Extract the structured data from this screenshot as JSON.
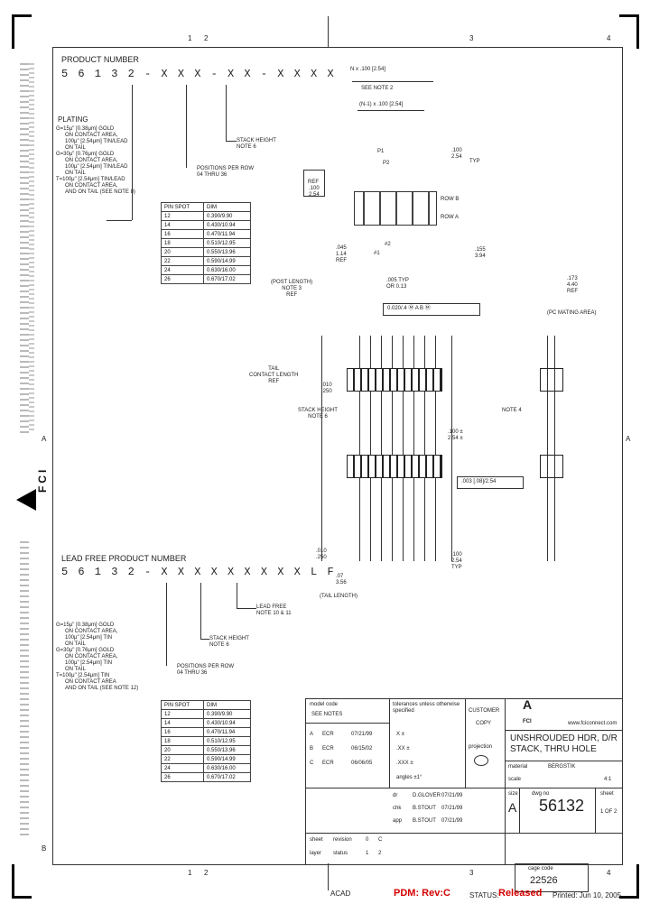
{
  "border": {
    "top_zones": [
      "1",
      "2",
      "3",
      "4"
    ],
    "bottom_zones": [
      "1",
      "2",
      "3",
      "4"
    ],
    "side_zones": [
      "A",
      "B"
    ]
  },
  "left_logo": "FCI",
  "product": {
    "label": "PRODUCT NUMBER",
    "number": "5 6 1 3 2 - X X X - X X - X X X X",
    "plating_title": "PLATING",
    "plating": [
      "G=15μ\" [0.38μm] GOLD",
      "ON CONTACT AREA,",
      "100μ\" [2.54μm] TIN/LEAD",
      "ON TAIL",
      "G=30μ\" [0.76μm] GOLD",
      "ON CONTACT AREA,",
      "100μ\" [2.54μm] TIN/LEAD",
      "ON TAIL",
      "T=100μ\" [2.54μm] TIN/LEAD",
      "ON CONTACT AREA,",
      "AND ON TAIL (SEE NOTE 8)"
    ],
    "stack_height": "STACK HEIGHT\nNOTE 6",
    "positions": "POSITIONS PER ROW\n04 THRU 36"
  },
  "table1": {
    "headers": [
      "PIN SPOT",
      "DIM"
    ],
    "rows": [
      [
        "12",
        "0.390/9.90"
      ],
      [
        "14",
        "0.430/10.94"
      ],
      [
        "16",
        "0.470/11.94"
      ],
      [
        "18",
        "0.510/12.95"
      ],
      [
        "20",
        "0.550/13.96"
      ],
      [
        "22",
        "0.590/14.99"
      ],
      [
        "24",
        "0.630/16.00"
      ],
      [
        "26",
        "0.670/17.02"
      ]
    ]
  },
  "leadfree": {
    "label": "LEAD FREE PRODUCT NUMBER",
    "number": "5 6 1 3 2 - X X X X X X X X X L F",
    "lead_free": "LEAD FREE\nNOTE 10 & 11",
    "plating": [
      "G=15μ\" [0.38μm] GOLD",
      "ON CONTACT AREA,",
      "100μ\" [2.54μm] TIN",
      "ON TAIL",
      "G=30μ\" [0.76μm] GOLD",
      "ON CONTACT AREA,",
      "100μ\" [2.54μm] TIN",
      "ON TAIL",
      "T=100μ\" [2.54μm] TIN",
      "ON CONTACT AREA",
      "AND ON TAIL (SEE NOTE 12)"
    ],
    "stack_height": "STACK HEIGHT\nNOTE 6",
    "positions": "POSITIONS PER ROW\n04 THRU 36"
  },
  "table2": {
    "headers": [
      "PIN SPOT",
      "DIM"
    ],
    "rows": [
      [
        "12",
        "0.390/9.90"
      ],
      [
        "14",
        "0.430/10.94"
      ],
      [
        "16",
        "0.470/11.94"
      ],
      [
        "18",
        "0.510/12.95"
      ],
      [
        "20",
        "0.550/13.96"
      ],
      [
        "22",
        "0.590/14.99"
      ],
      [
        "24",
        "0.630/16.00"
      ],
      [
        "26",
        "0.670/17.02"
      ]
    ]
  },
  "drawing": {
    "ref_box": "REF",
    "dim1": "N x .100 [2.54]",
    "dim1b": "SEE NOTE 2",
    "dim2": "(N-1) x .100 [2.54]",
    "dim3": ".100\n2.54",
    "typ": "TYP",
    "dim4": ".100\n2.54",
    "row_b": "ROW B",
    "row_a": "ROW A",
    "p1": "P1",
    "p2": "P2",
    "p3": "#1",
    "p4": "#2",
    "dim5": ".045\n1.14\nREF",
    "dim6": ".155\n3.94",
    "dim7": ".005 TYP\nOR 0.13",
    "post_length": "(POST LENGTH)\nNOTE 3\nREF",
    "tol1": "0.020/.4  Ⓜ  A  B Ⓜ",
    "dim8": ".173\n4.40\nREF",
    "mating": "(PC MATING AREA)",
    "tail": "TAIL\nCONTACT LENGTH\nREF",
    "dim9": ".010\n.250",
    "stack": "STACK HEIGHT\nNOTE 6",
    "note4": "NOTE 4",
    "dim10": ".100 ±\n2.54 ±",
    "tol2": ".003 [.08]/2.54",
    "dim11": ".010\n.250",
    "dim12": ".100\n2.54\nTYP",
    "dim13": ".07\n3.56",
    "tail_length": "(TAIL LENGTH)"
  },
  "title_block": {
    "model_code": "model code",
    "see_notes": "SEE NOTES",
    "revs": [
      [
        "A",
        "ECR",
        "07/21/99"
      ],
      [
        "B",
        "ECR",
        "06/15/02"
      ],
      [
        "C",
        "ECR",
        "06/06/05"
      ]
    ],
    "tolerances": "tolerances unless otherwise specified",
    "tol_lines": [
      "X ±",
      ".XX ±",
      ".XXX ±"
    ],
    "angles": "angles  ±1°",
    "customer": "CUSTOMER",
    "copy": "COPY",
    "projection": "projection",
    "logo": "A",
    "logo_text": "FCI",
    "website": "www.fciconnect.com",
    "title": "UNSHROUDED HDR, D/R\nSTACK, THRU HOLE",
    "names": [
      [
        "dr",
        "D.GLOVER",
        "07/21/99"
      ],
      [
        "chk",
        "B.STOUT",
        "07/21/99"
      ],
      [
        "app",
        "B.STOUT",
        "07/21/99"
      ]
    ],
    "scale_label": "scale",
    "scale": "4:1",
    "size_label": "size",
    "size": "A",
    "dwg_label": "dwg no",
    "dwg": "56132",
    "material_label": "material",
    "material": "BERGSTIK",
    "sheet_label": "sheet",
    "sheet": "1 OF 2",
    "cage_label": "cage code",
    "cage": "22526",
    "sheet_rows": [
      [
        "sheet",
        "revision",
        "0",
        "C"
      ],
      [
        "layer",
        "status",
        "1",
        "2"
      ]
    ]
  },
  "footer": {
    "acad": "ACAD",
    "pdm": "PDM: Rev:C",
    "status": "STATUS:",
    "released": "Released",
    "printed": "Printed: Jun 10, 2005"
  },
  "colors": {
    "pdm": "#d40000",
    "line": "#333333"
  }
}
